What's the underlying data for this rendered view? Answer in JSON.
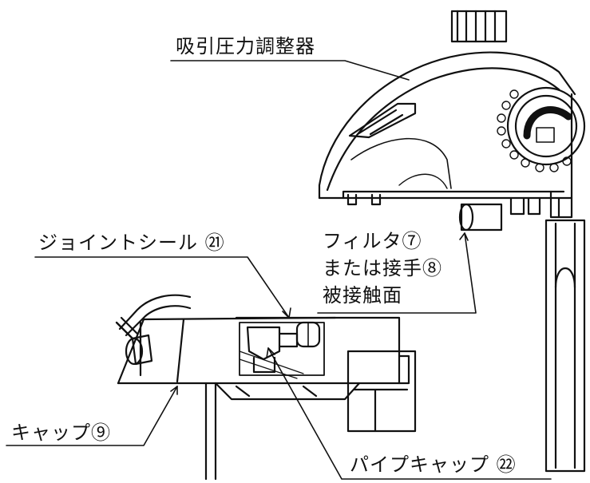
{
  "labels": {
    "regulator": "吸引圧力調整器",
    "joint_seal": "ジョイントシール ㉑",
    "filter_line1": "フィルタ⑦",
    "filter_line2": "または接手⑧",
    "filter_line3": "被接触面",
    "cap": "キャップ⑨",
    "pipe_cap": "パイプキャップ ㉒"
  },
  "colors": {
    "ink": "#111111",
    "background": "#ffffff"
  }
}
